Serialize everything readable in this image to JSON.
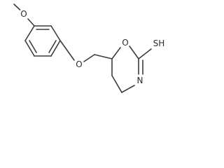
{
  "molecule": {
    "atoms": {
      "methoxy_o": "O",
      "ether_o": "O",
      "ring_o": "O",
      "ring_n": "N",
      "thiol": "SH"
    }
  }
}
